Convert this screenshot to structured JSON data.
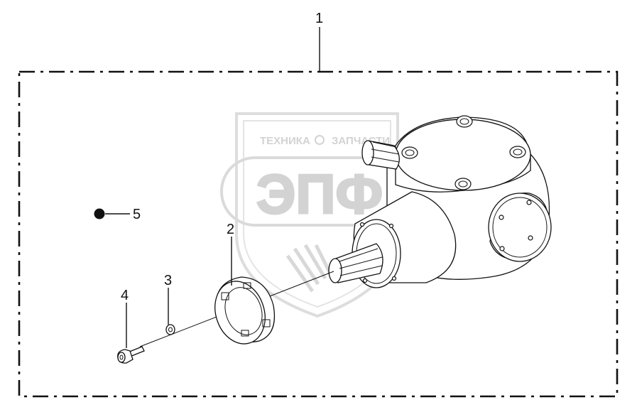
{
  "watermark": {
    "top_text_left": "ТЕХНИКА",
    "top_text_right": "ЗАПЧАСТИ",
    "big_text": "ЭПФ"
  },
  "callouts": [
    {
      "id": "1",
      "label": "1"
    },
    {
      "id": "2",
      "label": "2"
    },
    {
      "id": "3",
      "label": "3"
    },
    {
      "id": "4",
      "label": "4"
    },
    {
      "id": "5",
      "label": "5"
    }
  ],
  "colors": {
    "line": "#111111",
    "watermark": "#cfcfcf",
    "background": "#ffffff"
  }
}
